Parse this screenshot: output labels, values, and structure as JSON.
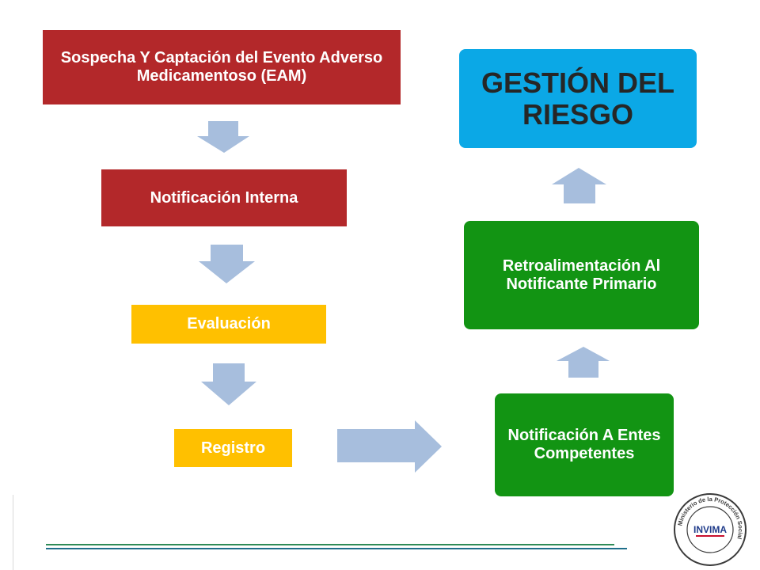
{
  "diagram": {
    "boxes": {
      "sospecha": "Sospecha Y Captación del Evento Adverso Medicamentoso (EAM)",
      "notificacion_interna": "Notificación Interna",
      "evaluacion": "Evaluación",
      "registro": "Registro",
      "notificacion_entes": "Notificación A Entes Competentes",
      "retroalimentacion": "Retroalimentación Al Notificante Primario",
      "gestion": "GESTIÓN DEL RIESGO"
    }
  },
  "colors": {
    "red": "#b3282a",
    "yellow": "#ffc000",
    "green": "#129413",
    "blue": "#0ba8e6",
    "arrow": "#a7bedd"
  },
  "logo": {
    "brand": "INVIMA",
    "ring_text": "Ministerio de la Protección Social"
  }
}
